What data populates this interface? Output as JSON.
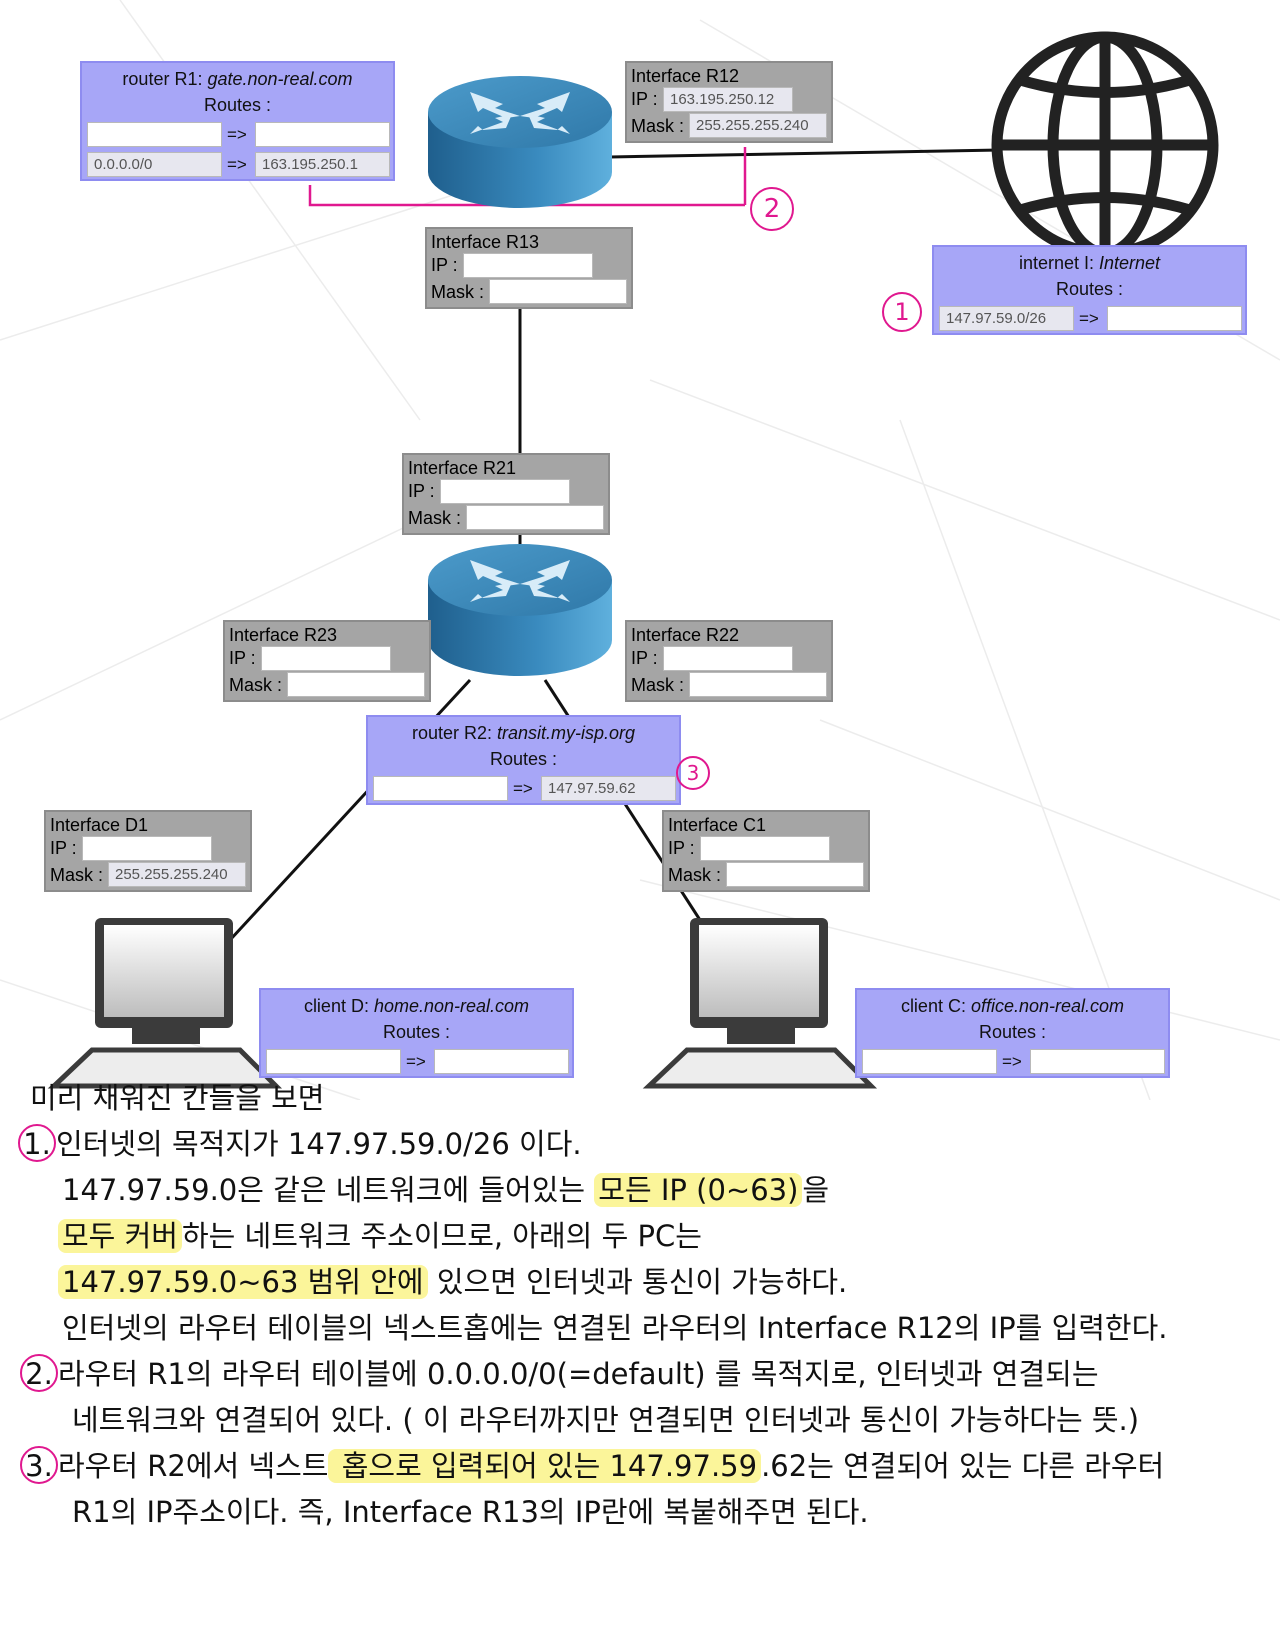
{
  "colors": {
    "accent": "#e0188f",
    "highlight": "#fbf59a",
    "panel_purple": "#a7a6f7",
    "panel_gray": "#a5a5a5"
  },
  "icons": [
    "router-icon",
    "globe-icon",
    "computer-icon"
  ],
  "r1": {
    "title": "router R1: ",
    "host": "gate.non-real.com",
    "routes_label": "Routes :",
    "arrow": "=>",
    "row1_dest": "",
    "row1_hop": "",
    "row2_dest": "0.0.0.0/0",
    "row2_hop": "163.195.250.1"
  },
  "r12": {
    "title": "Interface R12",
    "ip_label": "IP :",
    "ip": "163.195.250.12",
    "mask_label": "Mask :",
    "mask": "255.255.255.240"
  },
  "r13": {
    "title": "Interface R13",
    "ip_label": "IP :",
    "ip": "",
    "mask_label": "Mask :",
    "mask": ""
  },
  "internet": {
    "title": "internet I: ",
    "host": "Internet",
    "routes_label": "Routes :",
    "arrow": "=>",
    "dest": "147.97.59.0/26",
    "hop": ""
  },
  "r21": {
    "title": "Interface R21",
    "ip_label": "IP :",
    "ip": "",
    "mask_label": "Mask :",
    "mask": ""
  },
  "r23": {
    "title": "Interface R23",
    "ip_label": "IP :",
    "ip": "",
    "mask_label": "Mask :",
    "mask": ""
  },
  "r22": {
    "title": "Interface R22",
    "ip_label": "IP :",
    "ip": "",
    "mask_label": "Mask :",
    "mask": ""
  },
  "r2": {
    "title": "router R2: ",
    "host": "transit.my-isp.org",
    "routes_label": "Routes :",
    "arrow": "=>",
    "dest": "",
    "hop": "147.97.59.62"
  },
  "d1": {
    "title": "Interface D1",
    "ip_label": "IP :",
    "ip": "",
    "mask_label": "Mask :",
    "mask": "255.255.255.240"
  },
  "c1": {
    "title": "Interface C1",
    "ip_label": "IP :",
    "ip": "",
    "mask_label": "Mask :",
    "mask": ""
  },
  "clientD": {
    "title": "client D: ",
    "host": "home.non-real.com",
    "routes_label": "Routes :",
    "arrow": "=>",
    "dest": "",
    "hop": ""
  },
  "clientC": {
    "title": "client C: ",
    "host": "office.non-real.com",
    "routes_label": "Routes :",
    "arrow": "=>",
    "dest": "",
    "hop": ""
  },
  "marks": {
    "m1": "1",
    "m2": "2",
    "m3": "3"
  },
  "notes": {
    "heading": "미리 채워진 칸들을 보면",
    "n1_num": "1.",
    "n1_a": "인터넷의 목적지가 147.97.59.0/26 이다.",
    "n1_b1": "147.97.59.0은 같은 네트워크에 들어있는 ",
    "n1_b2": "모든 IP (0~63)",
    "n1_b3": "을",
    "n1_c1": "모두 커버",
    "n1_c2": "하는 네트워크 주소이므로, 아래의 두 PC는",
    "n1_d1": "147.97.59.0~63 범위 안에",
    "n1_d2": " 있으면 인터넷과 통신이 가능하다.",
    "n1_e": "인터넷의 라우터 테이블의 넥스트홉에는 연결된 라우터의 Interface R12의 IP를 입력한다.",
    "n2_num": "2.",
    "n2_a": "라우터 R1의 라우터 테이블에 0.0.0.0/0(=default) 를 목적지로, 인터넷과 연결되는",
    "n2_b": "네트워크와 연결되어 있다. ( 이 라우터까지만 연결되면 인터넷과 통신이 가능하다는 뜻.)",
    "n3_num": "3.",
    "n3_a1": "라우터 R2에서 넥스트",
    "n3_a2": " 홉으로 입력되어 있는 147.97.59",
    "n3_a3": ".62는 연결되어 있는 다른 라우터",
    "n3_b": "R1의 IP주소이다. 즉, Interface R13의 IP란에 복붙해주면 된다."
  }
}
